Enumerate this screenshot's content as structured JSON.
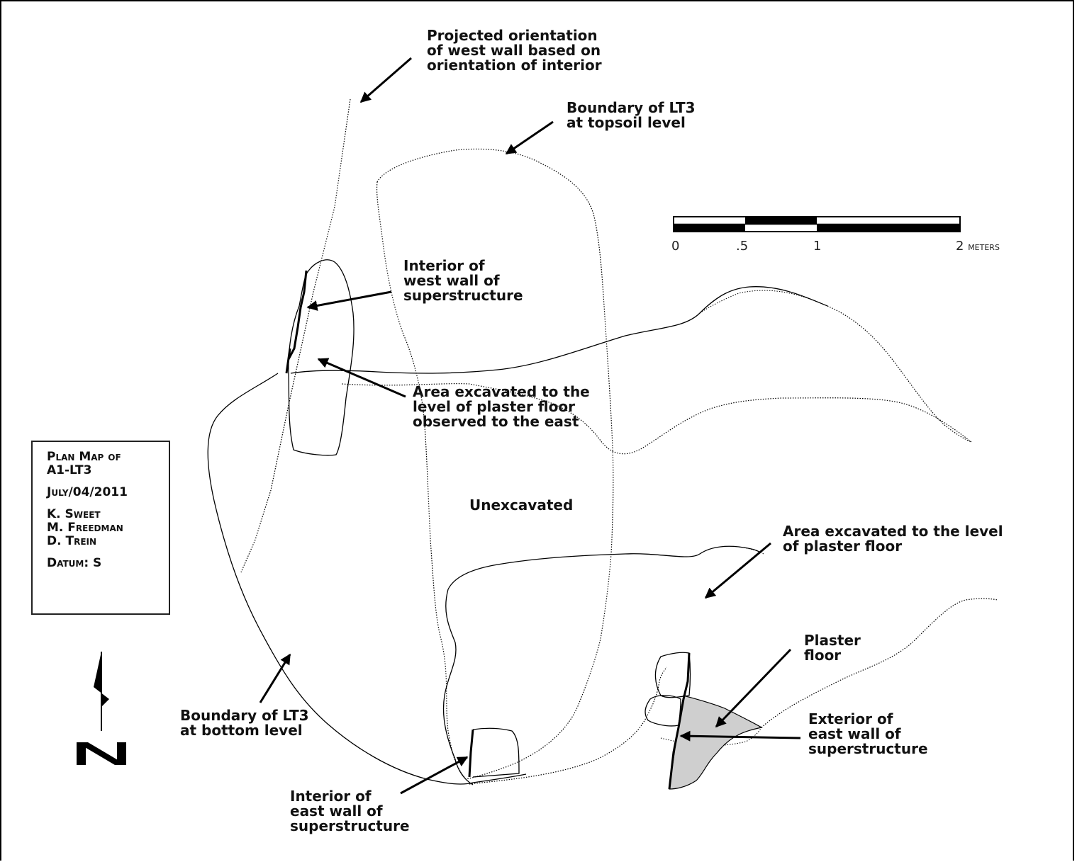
{
  "map": {
    "labels": {
      "projected": [
        "Projected orientation",
        "of west wall based on",
        "orientation of interior"
      ],
      "boundary_top": [
        "Boundary of LT3",
        "at topsoil level"
      ],
      "interior_west": [
        "Interior of",
        "west wall of",
        "superstructure"
      ],
      "area_west": [
        "Area excavated to the",
        "level of plaster floor",
        "observed to the east"
      ],
      "unexcavated": "Unexcavated",
      "area_east": [
        "Area excavated to the level",
        "of plaster floor"
      ],
      "plaster_floor": [
        "Plaster",
        "floor"
      ],
      "exterior_east": [
        "Exterior of",
        "east wall of",
        "superstructure"
      ],
      "boundary_bottom": [
        "Boundary of LT3",
        "at bottom level"
      ],
      "interior_east": [
        "Interior of",
        "east wall of",
        "superstructure"
      ]
    },
    "scale_bar": {
      "ticks": [
        "0",
        ".5",
        "1",
        "2"
      ],
      "unit": "meters"
    },
    "legend": {
      "title": [
        "Plan Map of",
        "A1-LT3"
      ],
      "date": "July/04/2011",
      "authors": [
        "K. Sweet",
        "M. Freedman",
        "D. Trein"
      ],
      "datum": "Datum: S"
    },
    "north_label": "N",
    "colors": {
      "ink": "#000000",
      "plaster_fill": "#cfcfcf",
      "background": "#ffffff"
    }
  }
}
